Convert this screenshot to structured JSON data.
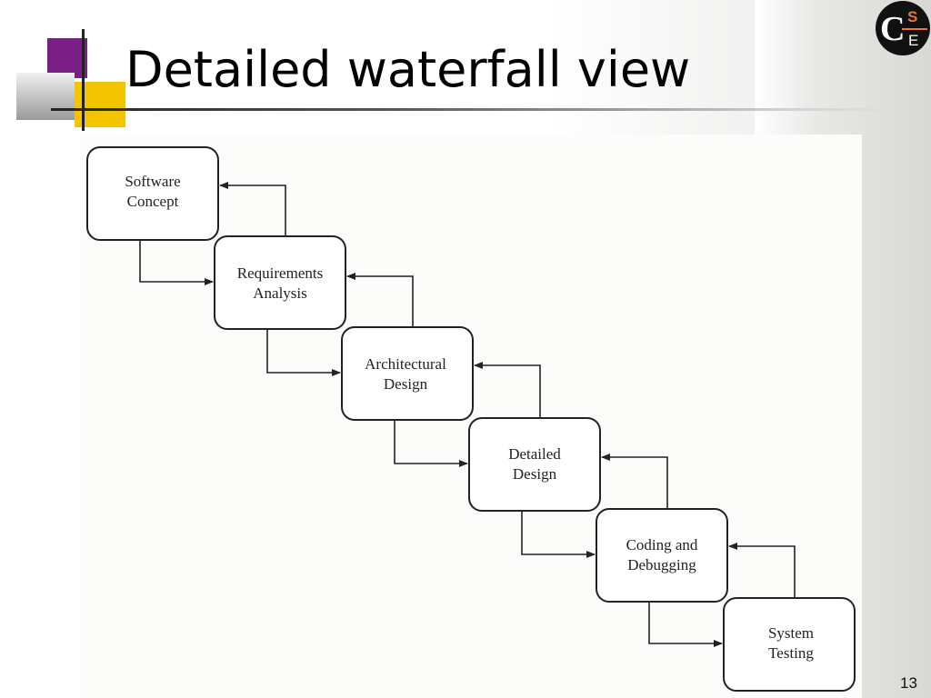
{
  "slide": {
    "title": "Detailed waterfall view",
    "page_number": "13",
    "logo_letters": {
      "left": "C",
      "top_right": "S",
      "bottom_right": "E"
    }
  },
  "diagram": {
    "stages": [
      {
        "line1": "Software",
        "line2": "Concept"
      },
      {
        "line1": "Requirements",
        "line2": "Analysis"
      },
      {
        "line1": "Architectural",
        "line2": "Design"
      },
      {
        "line1": "Detailed",
        "line2": "Design"
      },
      {
        "line1": "Coding and",
        "line2": "Debugging"
      },
      {
        "line1": "System",
        "line2": "Testing"
      }
    ]
  },
  "colors": {
    "accent_purple": "#7a1f86",
    "accent_yellow": "#f2c500"
  }
}
